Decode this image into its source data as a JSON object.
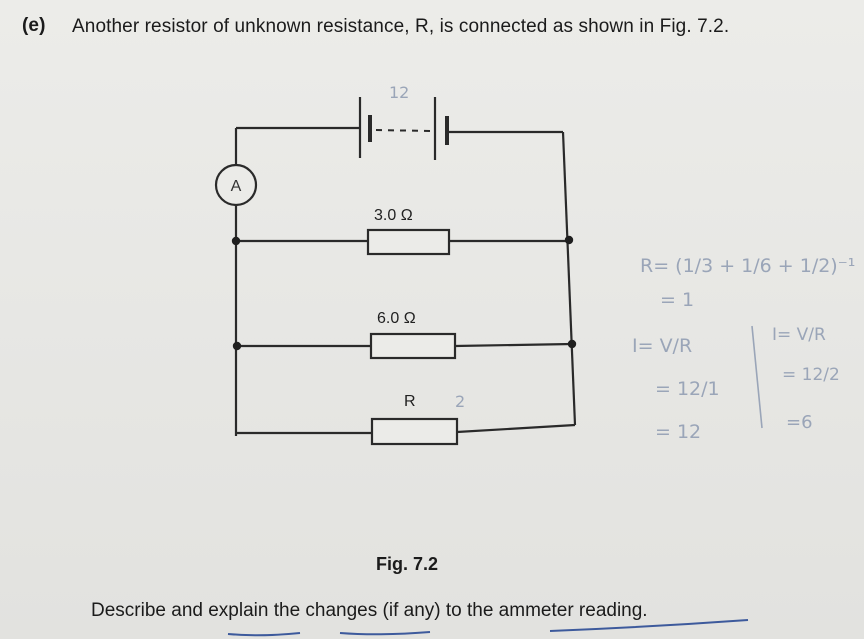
{
  "question": {
    "part_label": "(e)",
    "text": "Another resistor of unknown resistance, R, is connected as shown in Fig. 7.2.",
    "prompt": "Describe and explain the changes (if any) to the ammeter reading."
  },
  "figure": {
    "caption": "Fig. 7.2",
    "ammeter_label": "A",
    "resistors": [
      {
        "label": "3.0 Ω"
      },
      {
        "label": "6.0 Ω"
      },
      {
        "label": "R"
      }
    ]
  },
  "handwriting": {
    "battery_note": "12",
    "r_note": "2",
    "calc_left": [
      "R= (1/3 + 1/6 + 1/2)⁻¹",
      "= 1",
      "I= V/R",
      "= 12/1",
      "= 12"
    ],
    "calc_right": [
      "I= V/R",
      "= 12/2",
      "=6"
    ]
  }
}
